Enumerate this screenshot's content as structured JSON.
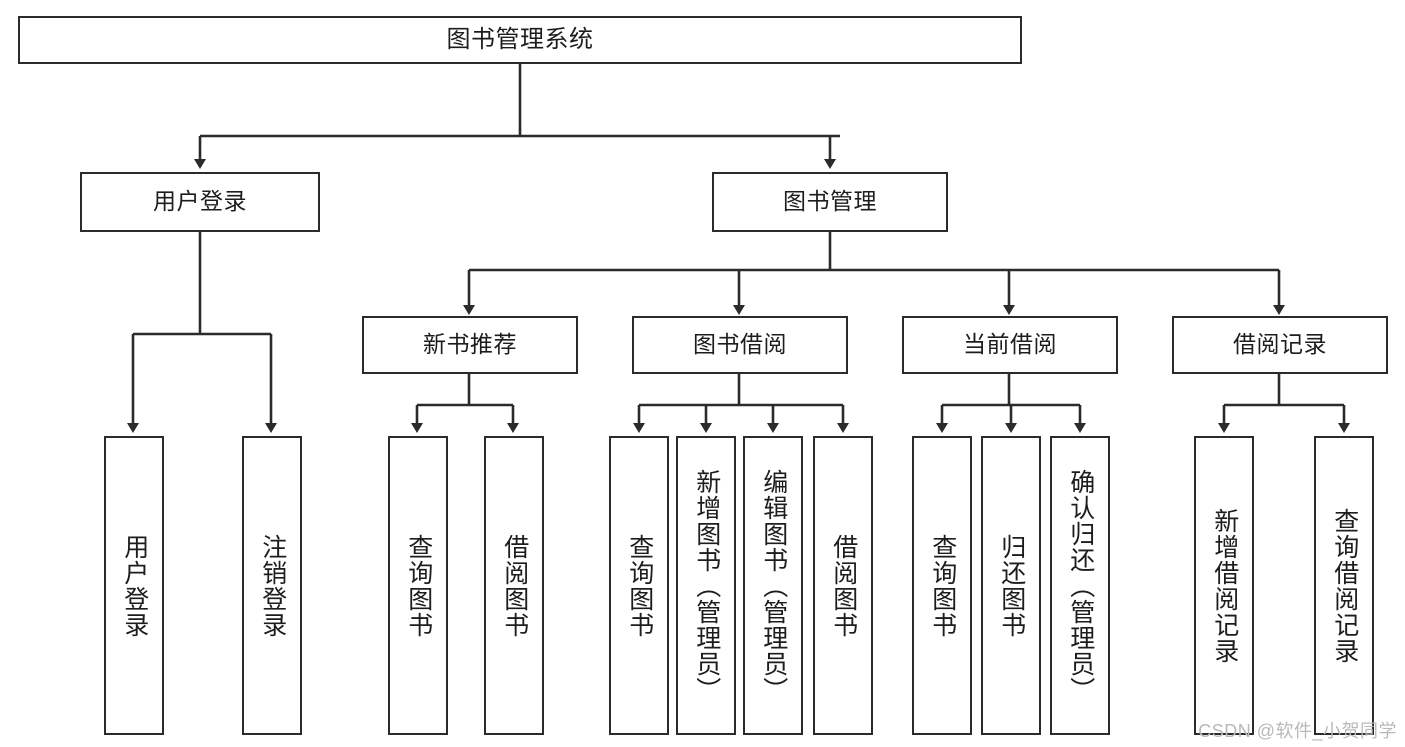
{
  "diagram": {
    "title": "图书管理系统",
    "type": "tree-hierarchy-chart",
    "watermark": "CSDN @软件_小贺同学",
    "colors": {
      "box_border": "#2b2b2b",
      "box_fill": "#ffffff",
      "edge": "#2b2b2b",
      "text": "#1d1d1d",
      "watermark": "#b9b9b9"
    },
    "levels": {
      "root": {
        "label": "图书管理系统"
      },
      "level2": [
        {
          "id": "user-login",
          "label": "用户登录"
        },
        {
          "id": "book-manage",
          "label": "图书管理"
        }
      ],
      "level3": [
        {
          "id": "new-book-rec",
          "label": "新书推荐"
        },
        {
          "id": "book-borrow",
          "label": "图书借阅"
        },
        {
          "id": "current-borrow",
          "label": "当前借阅"
        },
        {
          "id": "borrow-record",
          "label": "借阅记录"
        }
      ],
      "leaves": {
        "user-login": [
          {
            "id": "leaf-user-login",
            "label": "用户登录"
          },
          {
            "id": "leaf-logout-login",
            "label": "注销登录"
          }
        ],
        "new-book-rec": [
          {
            "id": "leaf-query-book-1",
            "label": "查询图书"
          },
          {
            "id": "leaf-borrow-book-1",
            "label": "借阅图书"
          }
        ],
        "book-borrow": [
          {
            "id": "leaf-query-book-2",
            "label": "查询图书"
          },
          {
            "id": "leaf-add-book",
            "label": "新增图书（管理员）"
          },
          {
            "id": "leaf-edit-book",
            "label": "编辑图书（管理员）"
          },
          {
            "id": "leaf-borrow-book-2",
            "label": "借阅图书"
          }
        ],
        "current-borrow": [
          {
            "id": "leaf-query-book-3",
            "label": "查询图书"
          },
          {
            "id": "leaf-return-book",
            "label": "归还图书"
          },
          {
            "id": "leaf-confirm-return",
            "label": "确认归还（管理员）"
          }
        ],
        "borrow-record": [
          {
            "id": "leaf-add-record",
            "label": "新增借阅记录"
          },
          {
            "id": "leaf-query-record",
            "label": "查询借阅记录"
          }
        ]
      }
    }
  }
}
